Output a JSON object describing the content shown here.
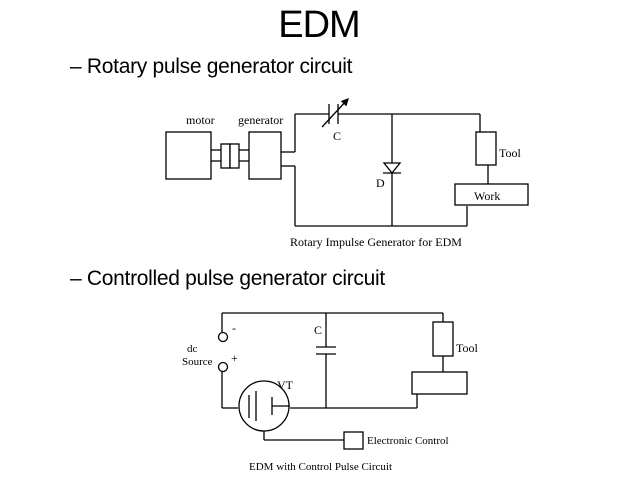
{
  "slide": {
    "title": "EDM",
    "bullet1": "– Rotary pulse generator circuit",
    "bullet2": "– Controlled pulse generator circuit"
  },
  "diagram1": {
    "motor": "motor",
    "generator": "generator",
    "capacitor": "C",
    "diode": "D",
    "tool": "Tool",
    "work": "Work",
    "caption": "Rotary Impulse Generator for EDM"
  },
  "diagram2": {
    "minus": "-",
    "plus": "+",
    "dc": "dc",
    "source": "Source",
    "capacitor": "C",
    "tool": "Tool",
    "vt": "VT",
    "control": "Electronic Control",
    "caption": "EDM with Control Pulse Circuit"
  }
}
